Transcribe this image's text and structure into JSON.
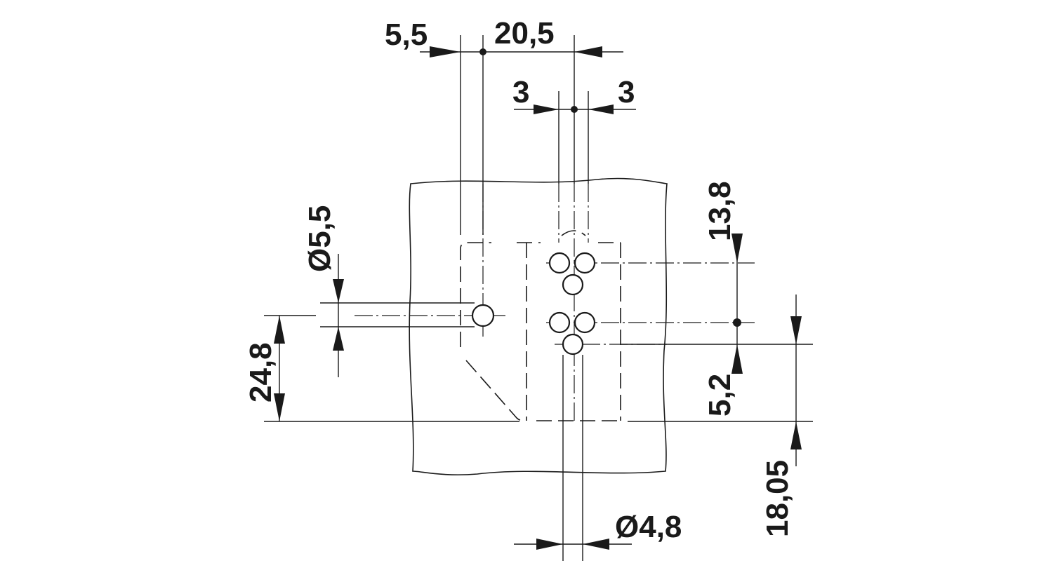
{
  "drawing": {
    "dimensions": {
      "top_offset": "5,5",
      "top_span": "20,5",
      "pin_left": "3",
      "pin_right": "3",
      "hole_large_diameter": "Ø5,5",
      "height_left": "24,8",
      "right_upper": "13,8",
      "right_middle": "5,2",
      "right_lower": "18,05",
      "pin_diameter": "Ø4,8"
    }
  }
}
